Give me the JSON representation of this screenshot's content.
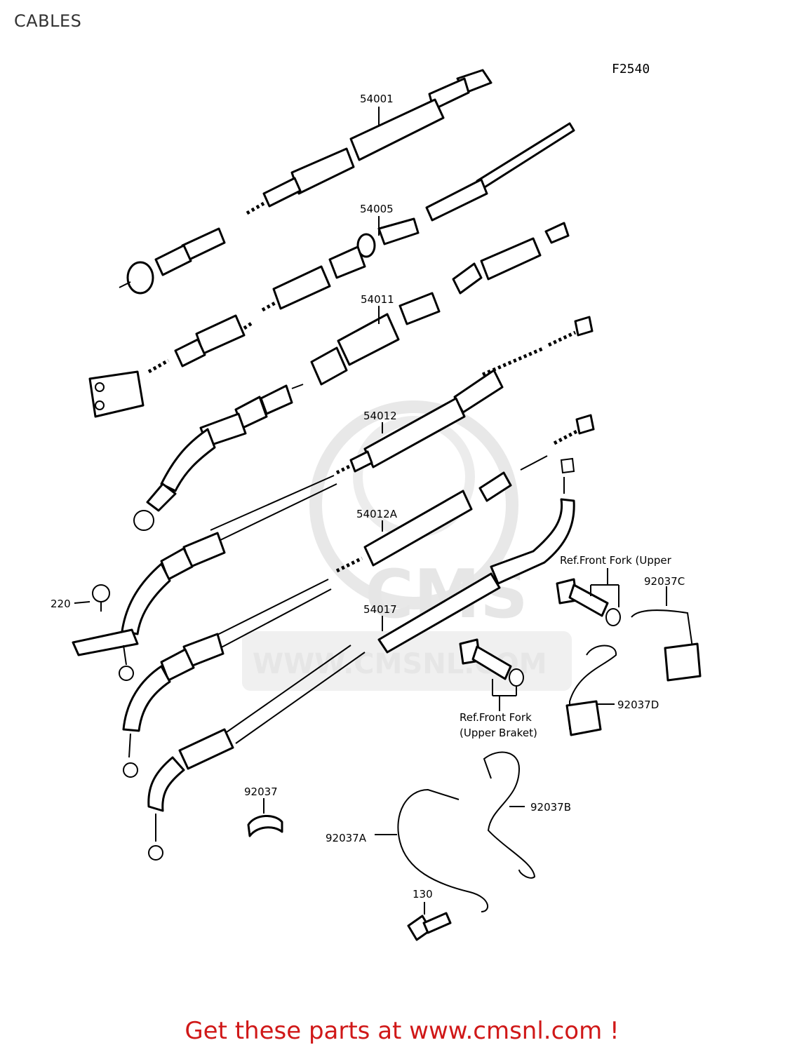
{
  "page": {
    "title": "CABLES",
    "figure_code": "F2540",
    "footer_text": "Get these parts at www.cmsnl.com !"
  },
  "watermark": {
    "logo_text": "CMS",
    "url_text": "WWW.CMSNL.COM"
  },
  "callouts": {
    "c54001": "54001",
    "c54005": "54005",
    "c54011": "54011",
    "c54012": "54012",
    "c54012A": "54012A",
    "c54017": "54017",
    "c220": "220",
    "c92037": "92037",
    "c92037A": "92037A",
    "c92037B": "92037B",
    "c92037C": "92037C",
    "c92037D": "92037D",
    "c130": "130",
    "ref_upper_1": "Ref.Front Fork (Upper",
    "ref_fork": "Ref.Front Fork",
    "ref_bracket": "(Upper Braket)"
  },
  "colors": {
    "footer": "#d01818",
    "watermark": "#e6e6e6"
  }
}
